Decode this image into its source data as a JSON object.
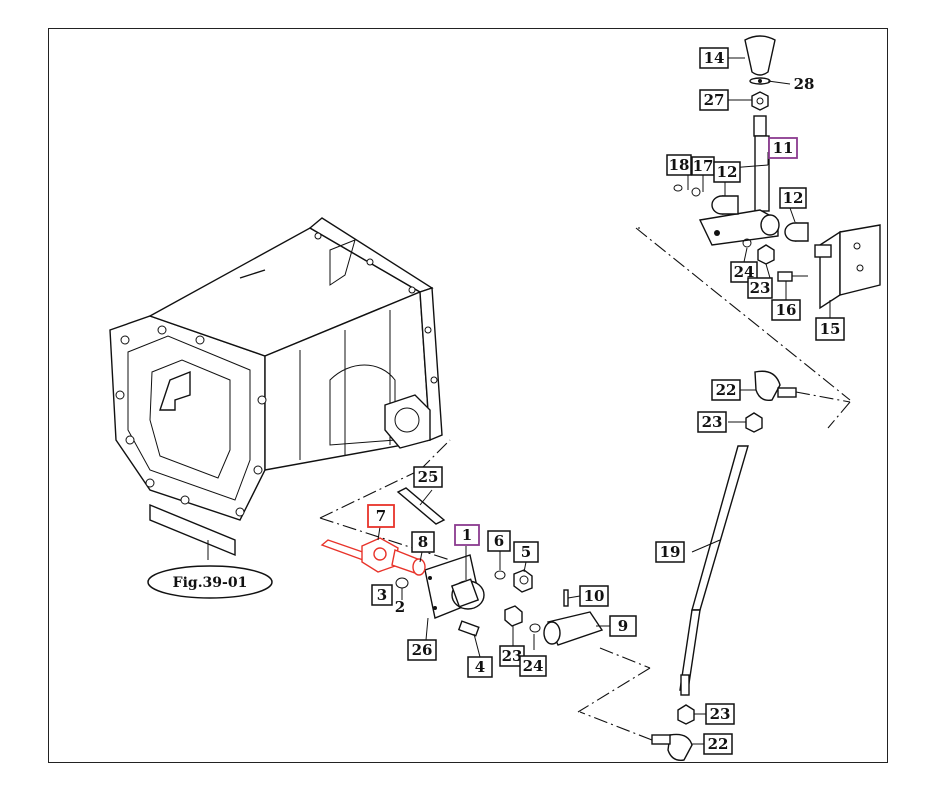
{
  "figure_label": "Fig.39-01",
  "highlight_colors": {
    "red": "#e8332a",
    "purple": "#8b3a8f"
  },
  "callouts": [
    {
      "id": "c14",
      "label": "14",
      "style": "box"
    },
    {
      "id": "c28",
      "label": "28",
      "style": "plain"
    },
    {
      "id": "c27",
      "label": "27",
      "style": "box"
    },
    {
      "id": "c11",
      "label": "11",
      "style": "purple"
    },
    {
      "id": "c18",
      "label": "18",
      "style": "box"
    },
    {
      "id": "c17",
      "label": "17",
      "style": "box"
    },
    {
      "id": "c12a",
      "label": "12",
      "style": "box"
    },
    {
      "id": "c12b",
      "label": "12",
      "style": "box"
    },
    {
      "id": "c24a",
      "label": "24",
      "style": "box"
    },
    {
      "id": "c23a",
      "label": "23",
      "style": "box"
    },
    {
      "id": "c16",
      "label": "16",
      "style": "box"
    },
    {
      "id": "c15",
      "label": "15",
      "style": "box"
    },
    {
      "id": "c22a",
      "label": "22",
      "style": "box"
    },
    {
      "id": "c23b",
      "label": "23",
      "style": "box"
    },
    {
      "id": "c25",
      "label": "25",
      "style": "box"
    },
    {
      "id": "c7",
      "label": "7",
      "style": "red"
    },
    {
      "id": "c8",
      "label": "8",
      "style": "box"
    },
    {
      "id": "c1",
      "label": "1",
      "style": "purple"
    },
    {
      "id": "c6",
      "label": "6",
      "style": "box"
    },
    {
      "id": "c5",
      "label": "5",
      "style": "box"
    },
    {
      "id": "c10",
      "label": "10",
      "style": "box"
    },
    {
      "id": "c3",
      "label": "3",
      "style": "box"
    },
    {
      "id": "c2",
      "label": "2",
      "style": "box"
    },
    {
      "id": "c9",
      "label": "9",
      "style": "box"
    },
    {
      "id": "c26",
      "label": "26",
      "style": "box"
    },
    {
      "id": "c4",
      "label": "4",
      "style": "box"
    },
    {
      "id": "c23c",
      "label": "23",
      "style": "box"
    },
    {
      "id": "c24b",
      "label": "24",
      "style": "box"
    },
    {
      "id": "c19",
      "label": "19",
      "style": "box"
    },
    {
      "id": "c23d",
      "label": "23",
      "style": "box"
    },
    {
      "id": "c22b",
      "label": "22",
      "style": "box"
    }
  ]
}
